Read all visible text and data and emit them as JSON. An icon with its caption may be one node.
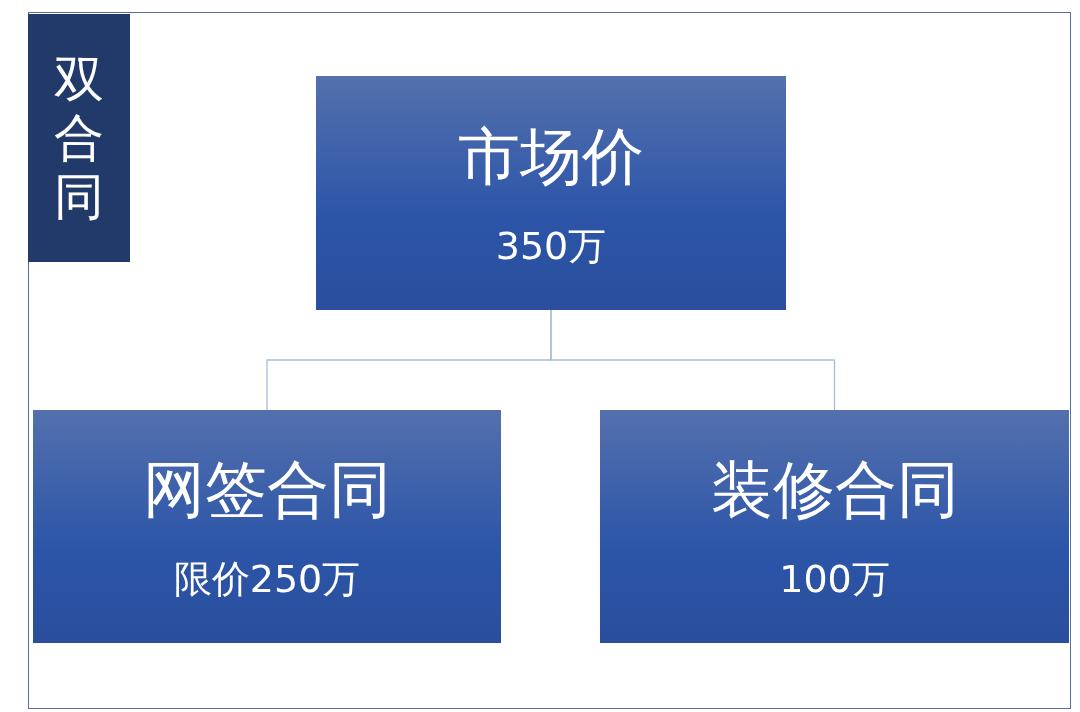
{
  "diagram": {
    "nodes": [
      {
        "text": [
          "双合同"
        ]
      },
      {
        "text": [
          "市场价",
          "350万"
        ]
      },
      {
        "text": [
          "网签合同",
          "限价250万"
        ]
      },
      {
        "text": [
          "装修合同",
          "100万"
        ]
      }
    ],
    "edges": [
      {
        "from": 1,
        "to": 2,
        "arrow": "none"
      },
      {
        "from": 1,
        "to": 3,
        "arrow": "none"
      }
    ]
  }
}
